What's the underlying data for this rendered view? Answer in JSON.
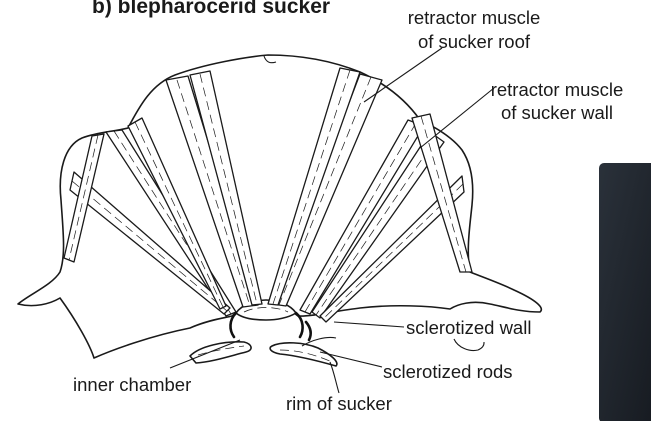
{
  "title": "b) blepharocerid sucker",
  "labels": {
    "retractor_roof_1": "retractor muscle",
    "retractor_roof_2": "of sucker roof",
    "retractor_wall_1": "retractor muscle",
    "retractor_wall_2": "of sucker wall",
    "sclerotized_wall": "sclerotized wall",
    "sclerotized_rods": "sclerotized rods",
    "inner_chamber": "inner chamber",
    "rim_of_sucker": "rim of sucker"
  },
  "colors": {
    "ink": "#1a1a1a",
    "dark_panel": "#20262e"
  }
}
